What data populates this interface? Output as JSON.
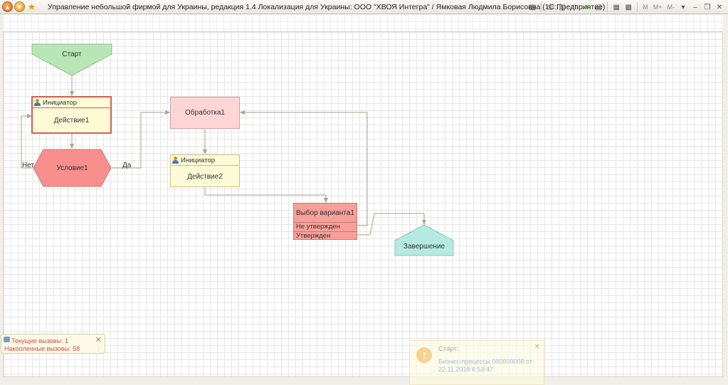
{
  "window": {
    "title": "Управление небольшой фирмой для Украины, редакция 1.4 Локализация для Украины: ООО \"ХВОЯ Интегра\" / Ямковая Людмила Борисовна  (1С:Предприятие)",
    "toolbar_m": "M",
    "toolbar_mplus": "M+",
    "toolbar_mminus": "M-"
  },
  "diagram": {
    "start": "Старт",
    "task1": {
      "performer": "Инициатор",
      "name": "Действие1"
    },
    "condition": {
      "name": "Условие1",
      "no": "Нет",
      "yes": "Да"
    },
    "process": "Обработка1",
    "task2": {
      "performer": "Инициатор",
      "name": "Действие2"
    },
    "choice": {
      "title": "Выбор варианта1",
      "options": [
        "Не утвержден",
        "Утвержден"
      ]
    },
    "end": "Завершение"
  },
  "calls_panel": {
    "current": "Текущие вызовы: 1",
    "accumulated": "Накопленные вызовы: 58"
  },
  "notification": {
    "title": "Старт:",
    "line1": "Бизнес-процессы 000000008 от",
    "line2": "22.11.2018 6:53:47"
  },
  "colors": {
    "start": "#b9e6b6",
    "task": "#fdfbd6",
    "condition": "#f78f8c",
    "process": "#ffd5d5",
    "choice": "#f89f9a",
    "end": "#b5eae2",
    "connector": "#a6a58c"
  }
}
